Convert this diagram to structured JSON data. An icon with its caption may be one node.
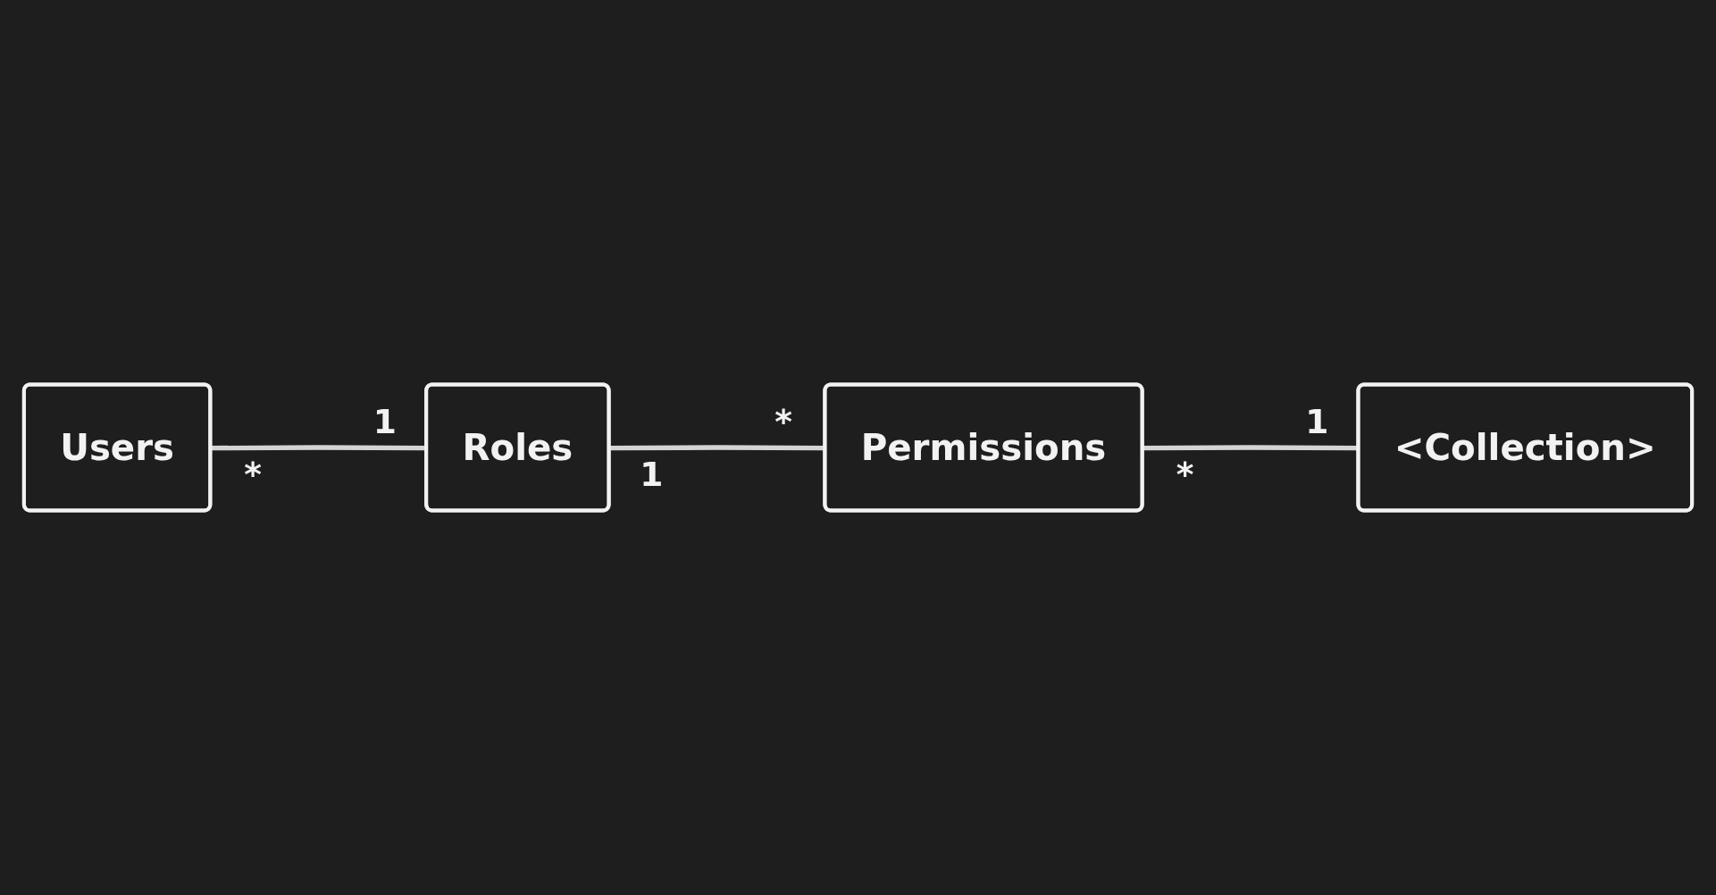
{
  "diagram": {
    "nodes": [
      {
        "text": [
          "Users"
        ]
      },
      {
        "text": [
          "Roles"
        ]
      },
      {
        "text": [
          "Permissions"
        ]
      },
      {
        "text": [
          "<Collection>"
        ]
      }
    ],
    "edges": [
      {
        "from": 0,
        "to": 1,
        "arrow": "none"
      },
      {
        "from": 1,
        "to": 2,
        "arrow": "none"
      },
      {
        "from": 2,
        "to": 3,
        "arrow": "none"
      }
    ],
    "labels": [
      "*",
      "*",
      "*",
      "1",
      "1",
      "1"
    ]
  }
}
